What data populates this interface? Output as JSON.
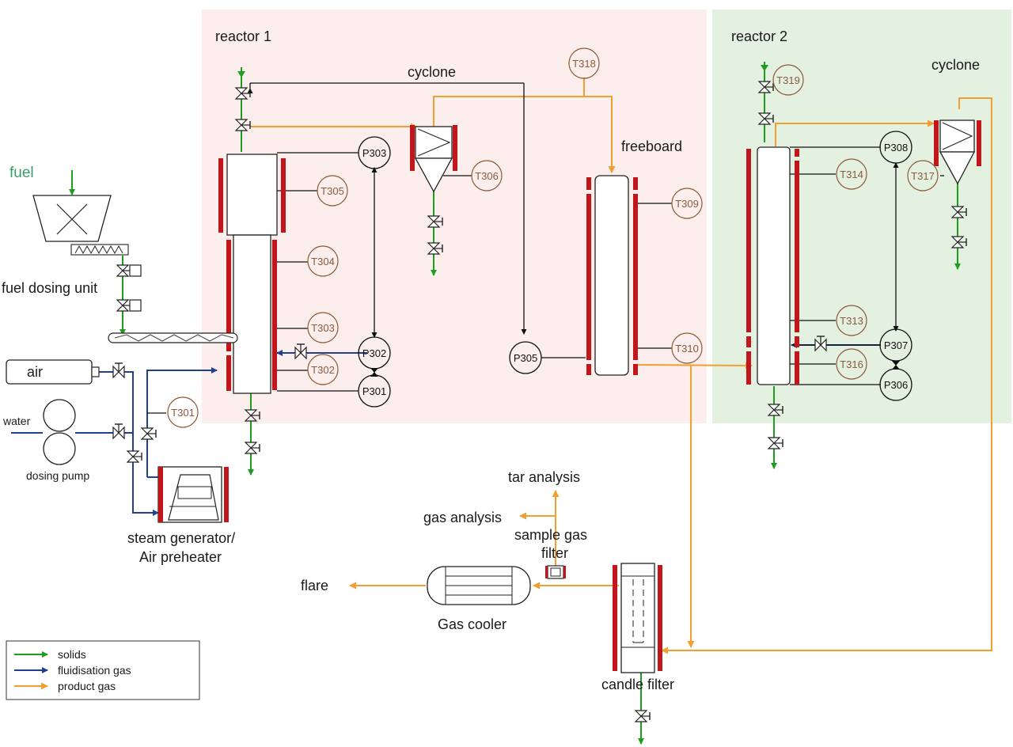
{
  "colors": {
    "solids": "#1e9e1e",
    "fluidisation": "#1f3f8f",
    "product": "#f0a030",
    "heater": "#c0161c",
    "reactor1_bg": "#fbeeec",
    "reactor2_bg": "#e4f0e0",
    "t_sensor": "#8b5a3a"
  },
  "regions": {
    "reactor1": "reactor 1",
    "reactor2": "reactor 2"
  },
  "labels": {
    "cyclone1": "cyclone",
    "cyclone2": "cyclone",
    "freeboard": "freeboard",
    "fuel": "fuel",
    "fuel_dosing": "fuel dosing unit",
    "air": "air",
    "water": "water",
    "dosing_pump": "dosing pump",
    "steam_gen_1": "steam generator/",
    "steam_gen_2": "Air preheater",
    "tar": "tar analysis",
    "gas_analysis": "gas analysis",
    "sample_1": "sample gas",
    "sample_2": "filter",
    "flare": "flare",
    "gas_cooler": "Gas cooler",
    "candle": "candle filter"
  },
  "temps": [
    "T301",
    "T302",
    "T303",
    "T304",
    "T305",
    "T306",
    "T309",
    "T310",
    "T313",
    "T314",
    "T316",
    "T317",
    "T318",
    "T319"
  ],
  "pressures": [
    "P301",
    "P302",
    "P303",
    "P305",
    "P306",
    "P307",
    "P308"
  ],
  "legend": [
    {
      "key": "solids",
      "label": "solids"
    },
    {
      "key": "fluidisation",
      "label": "fluidisation gas"
    },
    {
      "key": "product",
      "label": "product gas"
    }
  ]
}
